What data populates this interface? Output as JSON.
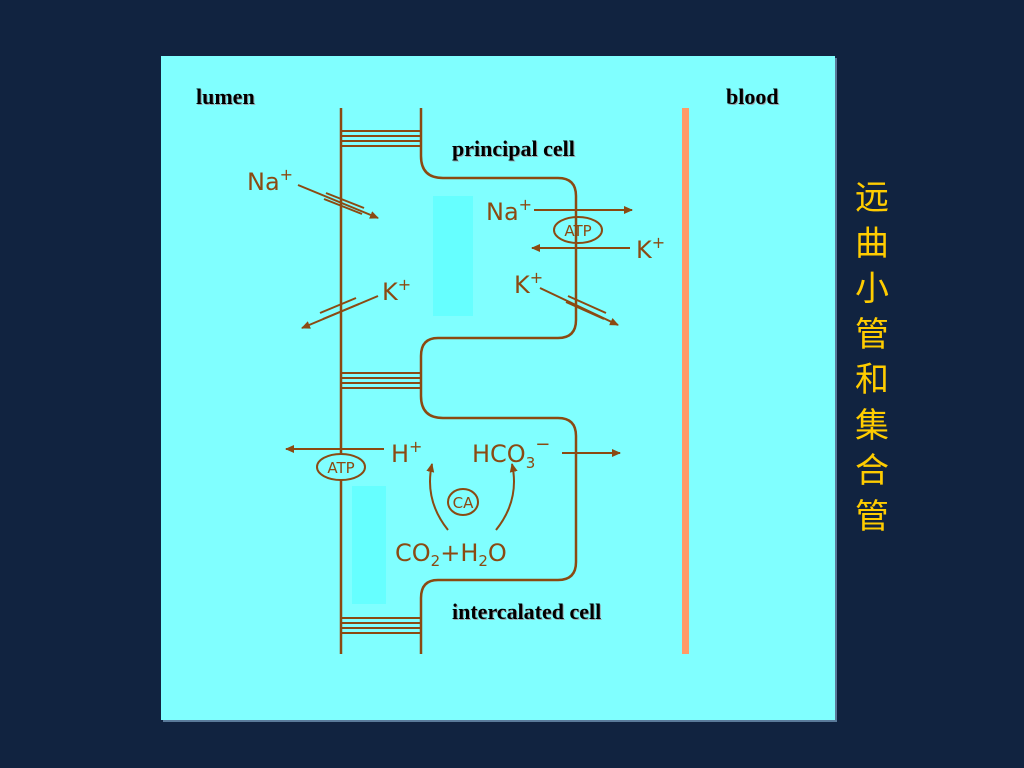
{
  "slide": {
    "title_chars": [
      "远",
      "曲",
      "小",
      "管",
      "和",
      "集",
      "合",
      "管"
    ]
  },
  "diagram": {
    "labels": {
      "lumen": "lumen",
      "blood": "blood",
      "principal_cell": "principal cell",
      "intercalated_cell": "intercalated cell"
    },
    "principal_cell": {
      "lumen_na": {
        "ion": "Na",
        "charge": "+"
      },
      "lumen_k": {
        "ion": "K",
        "charge": "+"
      },
      "pump": "ATP",
      "pump_na": {
        "ion": "Na",
        "charge": "+"
      },
      "pump_k": {
        "ion": "K",
        "charge": "+"
      },
      "basolateral_k": {
        "ion": "K",
        "charge": "+"
      }
    },
    "intercalated_cell": {
      "pump": "ATP",
      "h": {
        "ion": "H",
        "charge": "+"
      },
      "bicarbonate": {
        "ion": "HCO",
        "sub": "3",
        "charge": "−"
      },
      "enzyme": "CA",
      "reactant_co2": {
        "base": "CO",
        "sub": "2"
      },
      "plus": "+",
      "reactant_h2o": {
        "base": "H",
        "sub": "2",
        "rest": "O"
      }
    }
  },
  "colors": {
    "background": "#112340",
    "panel": "#80ffff",
    "membrane": "#8b4a12",
    "blood_bar": "#ff9a66",
    "highlight": "#66ffff",
    "title": "#ffcc00"
  }
}
